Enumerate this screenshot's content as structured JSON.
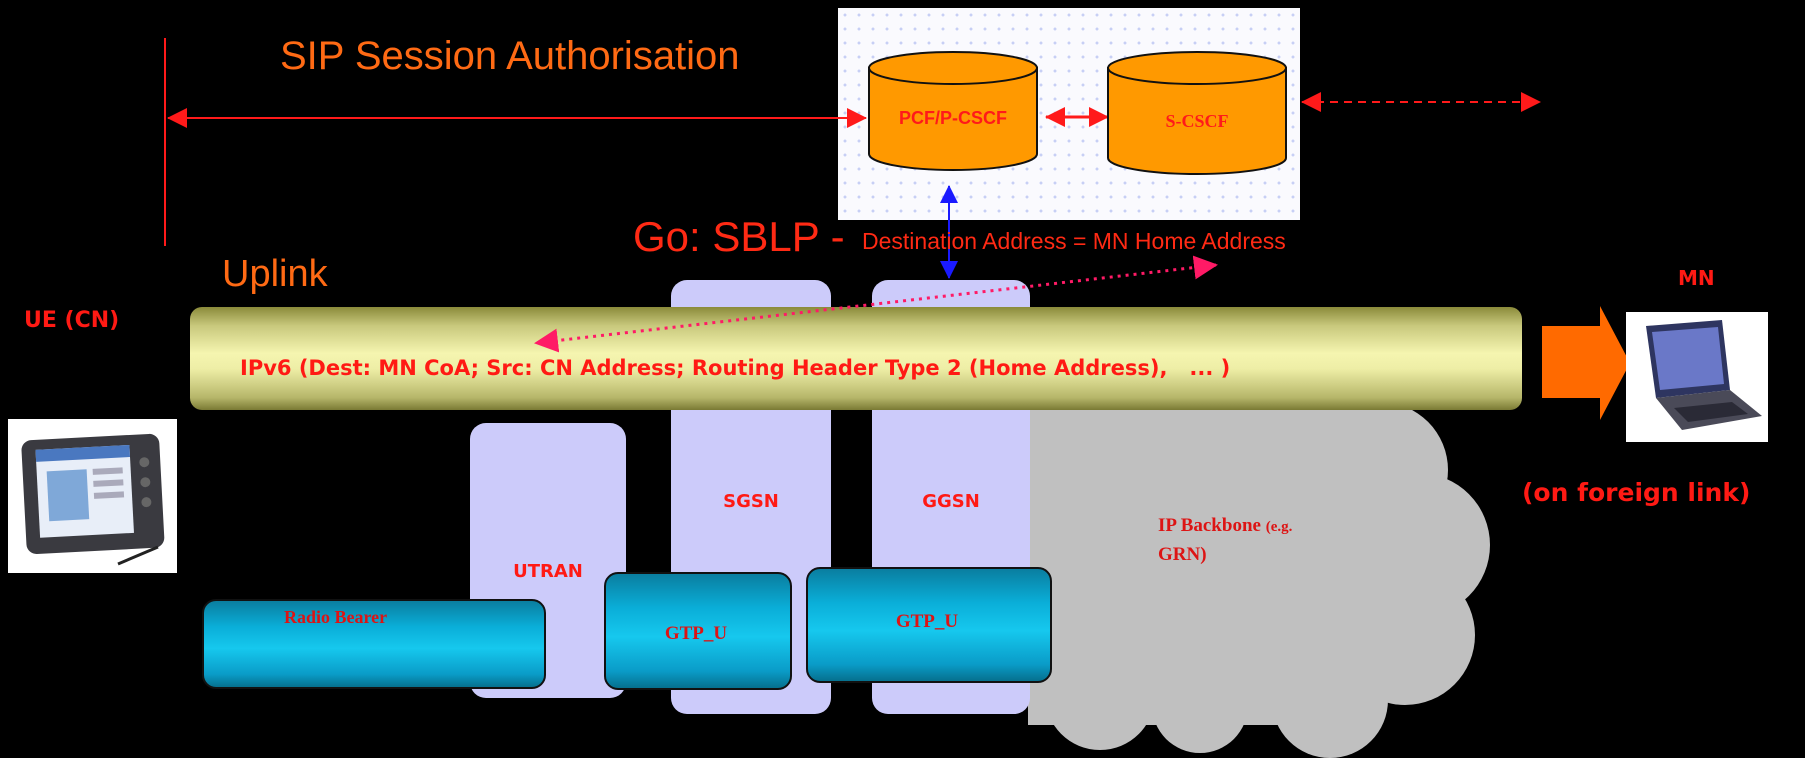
{
  "title": "SIP Session Authorisation",
  "pcf_label": "PCF/P-CSCF",
  "scscf_label": "S-CSCF",
  "go_main": "Go: SBLP -",
  "go_sub": "Destination Address = MN Home Address",
  "uplink_label": "Uplink",
  "ue_label": "UE (CN)",
  "mn_label": "MN",
  "ipv6_text": "IPv6 (Dest: MN CoA; Src: CN Address; Routing Header Type 2 (Home Address),   ... )",
  "sgsn_label": "SGSN",
  "ggsn_label": "GGSN",
  "utran_label": "UTRAN",
  "radio_bearer_label": "Radio Bearer",
  "gtp1_label": "GTP_U",
  "gtp2_label": "GTP_U",
  "backbone_line1": "IP Backbone ",
  "backbone_small": "(e.g.",
  "backbone_line2": "GRN)",
  "foreign_label": "(on foreign link)",
  "colors": {
    "orange_text": "#ff6a14",
    "red_text": "#ff1a14",
    "cylinder": "#ff9900",
    "column": "#cccbfa",
    "tube": "#16c8ee",
    "cloud": "#c0c0c0",
    "arrow_orange": "#ff6a00"
  }
}
